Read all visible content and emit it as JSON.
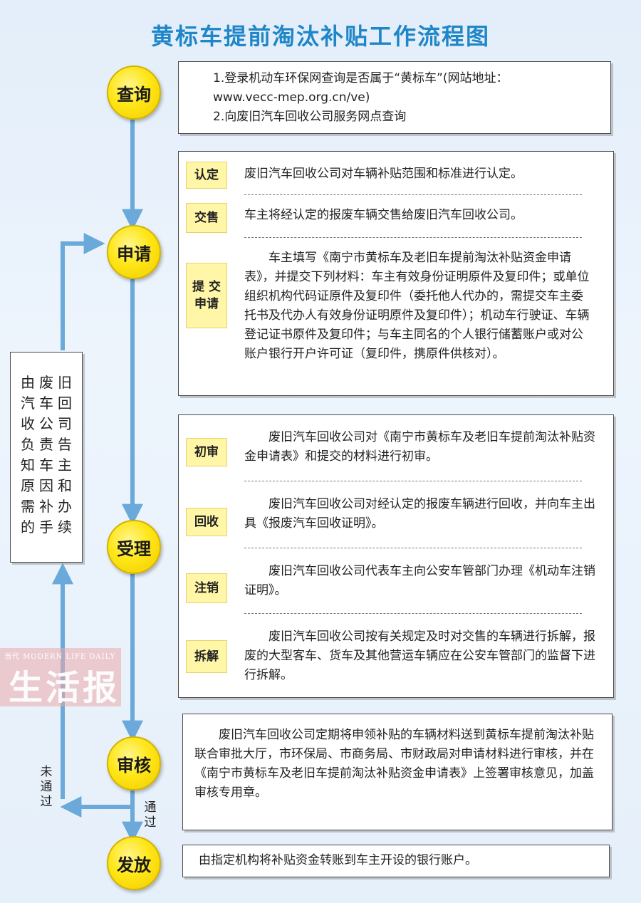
{
  "title": "黄标车提前淘汰补贴工作流程图",
  "steps": {
    "query": "查询",
    "apply": "申请",
    "accept": "受理",
    "review": "审核",
    "issue": "发放"
  },
  "query_box": {
    "line1": "1.登录机动车环保网查询是否属于“黄标车”(网站地址：",
    "line2": "www.vecc-mep.org.cn/ve)",
    "line3": "2.向废旧汽车回收公司服务网点查询"
  },
  "apply_box": {
    "tag1": "认定",
    "text1": "废旧汽车回收公司对车辆补贴范围和标准进行认定。",
    "tag2": "交售",
    "text2": "车主将经认定的报废车辆交售给废旧汽车回收公司。",
    "tag3_line1": "提 交",
    "tag3_line2": "申请",
    "text3": "车主填写《南宁市黄标车及老旧车提前淘汰补贴资金申请表》，并提交下列材料：车主有效身份证明原件及复印件；或单位组织机构代码证原件及复印件（委托他人代办的，需提交车主委托书及代办人有效身份证明原件及复印件）；机动车行驶证、车辆登记证书原件及复印件；与车主同名的个人银行储蓄账户或对公账户银行开户许可证（复印件，携原件供核对）。"
  },
  "accept_box": {
    "tag1": "初审",
    "text1": "废旧汽车回收公司对《南宁市黄标车及老旧车提前淘汰补贴资金申请表》和提交的材料进行初审。",
    "tag2": "回收",
    "text2": "废旧汽车回收公司对经认定的报废车辆进行回收，并向车主出具《报废汽车回收证明》。",
    "tag3": "注销",
    "text3": "废旧汽车回收公司代表车主向公安车管部门办理《机动车注销证明》。",
    "tag4": "拆解",
    "text4": "废旧汽车回收公司按有关规定及时对交售的车辆进行拆解，报废的大型客车、货车及其他营运车辆应在公安车管部门的监督下进行拆解。"
  },
  "review_box": {
    "text": "废旧汽车回收公司定期将申领补贴的车辆材料送到黄标车提前淘汰补贴联合审批大厅，市环保局、市商务局、市财政局对申请材料进行审核，并在《南宁市黄标车及老旧车提前淘汰补贴资金申请表》上签署审核意见，加盖审核专用章。"
  },
  "issue_box": {
    "text": "由指定机构将补贴资金转账到车主开设的银行账户。"
  },
  "side_note": {
    "col1": "由汽收负知原需的",
    "col2": "废车公责车因补手",
    "col3": "旧回司告主和办续"
  },
  "labels": {
    "pass": "通过",
    "fail": "未通过"
  },
  "watermark": {
    "small": "当代 MODERN LIFE DAILY",
    "big": "生活报"
  },
  "colors": {
    "arrow": "#6aa9d9",
    "title": "#1f86c8",
    "circle": "#ffe617",
    "tag": "#fff6a8"
  }
}
